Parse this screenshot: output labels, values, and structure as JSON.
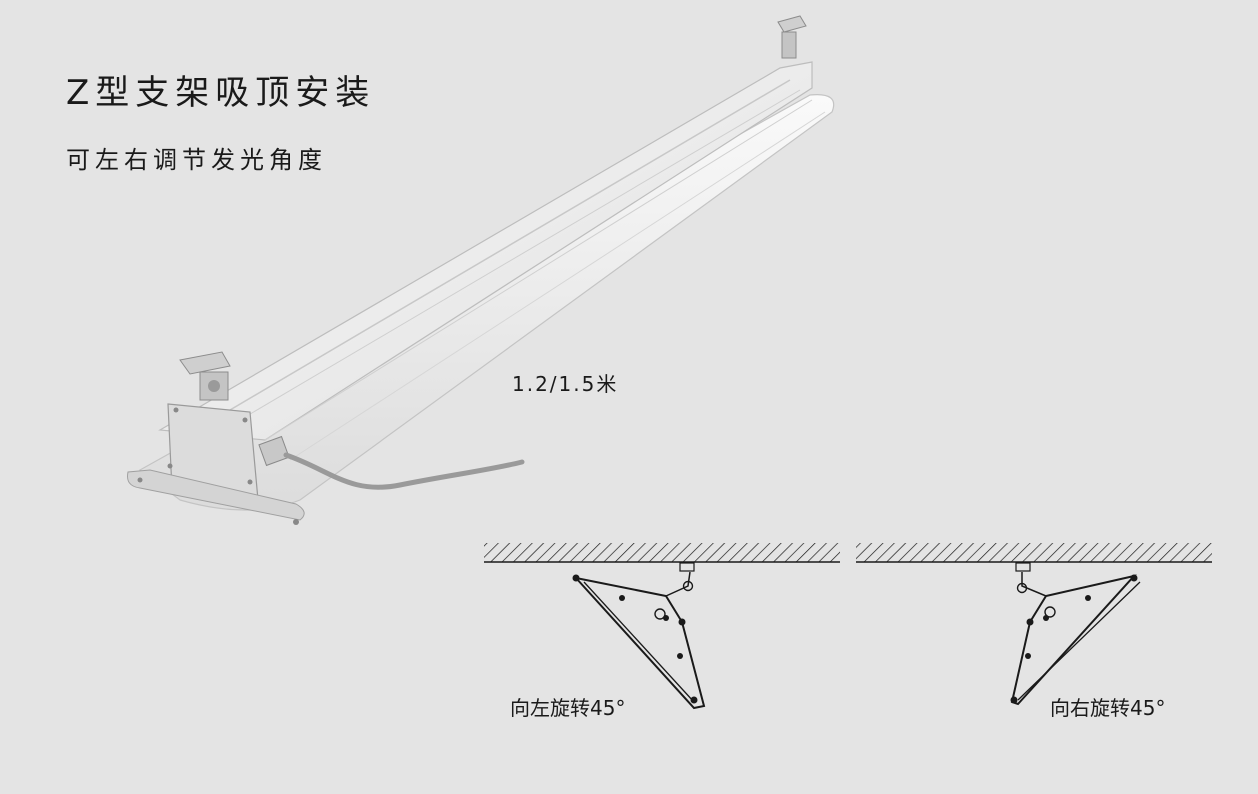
{
  "heading": {
    "title": "Z型支架吸顶安装",
    "subtitle": "可左右调节发光角度"
  },
  "product": {
    "length_label": "1.2/1.5米"
  },
  "diagrams": {
    "left_label": "向左旋转45°",
    "right_label": "向右旋转45°"
  },
  "colors": {
    "background": "#e4e4e4",
    "fixture_body": "#f2f2f2",
    "line": "#1a1a1a"
  }
}
